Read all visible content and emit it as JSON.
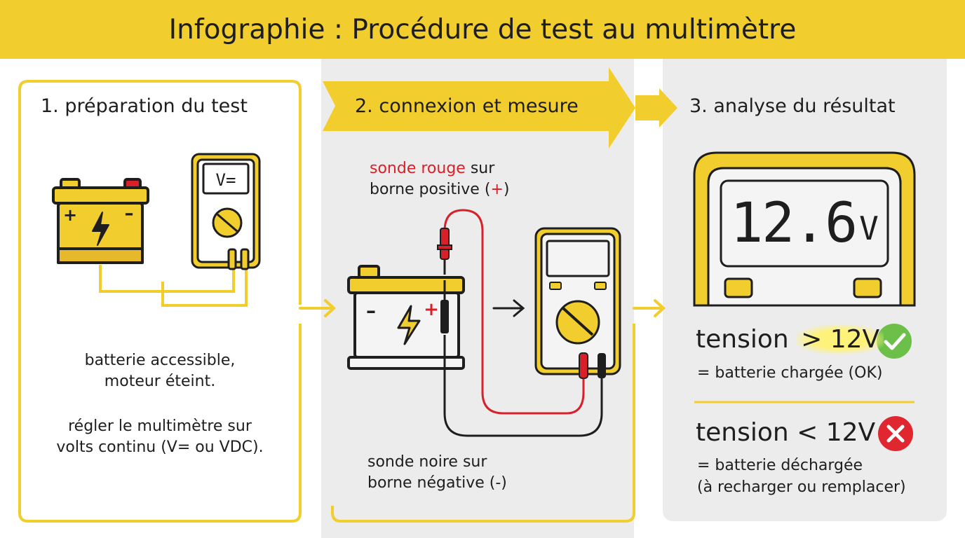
{
  "header": {
    "title": "Infographie : Procédure de test au multimètre"
  },
  "steps": [
    {
      "title": "1. préparation du test",
      "display_label": "V=",
      "notes": [
        [
          "batterie accessible,",
          "moteur éteint."
        ],
        [
          "régler le multimètre sur",
          "volts continu (V= ou VDC)."
        ]
      ]
    },
    {
      "title": "2. connexion et mesure",
      "red_probe": {
        "highlight": "sonde rouge",
        "line1_rest": " sur",
        "line2_start": "borne positive (",
        "symbol": "+",
        "line2_end": ")"
      },
      "black_probe": [
        "sonde noire sur",
        "borne négative (-)"
      ]
    },
    {
      "title": "3. analyse du résultat",
      "reading": "12.6",
      "reading_unit": "V",
      "results": [
        {
          "prefix": "tension ",
          "threshold": "> 12V",
          "status": "ok",
          "status_color": "#6cc04a",
          "desc": [
            "= batterie chargée (OK)"
          ]
        },
        {
          "prefix": "tension ",
          "threshold": "< 12V",
          "status": "fail",
          "status_color": "#e0262f",
          "desc": [
            "= batterie déchargée",
            "(à recharger ou remplacer)"
          ]
        }
      ]
    }
  ],
  "colors": {
    "accent": "#f2cd2e",
    "panel": "#ececec",
    "red": "#d8202a",
    "dark": "#1e1e1e"
  }
}
